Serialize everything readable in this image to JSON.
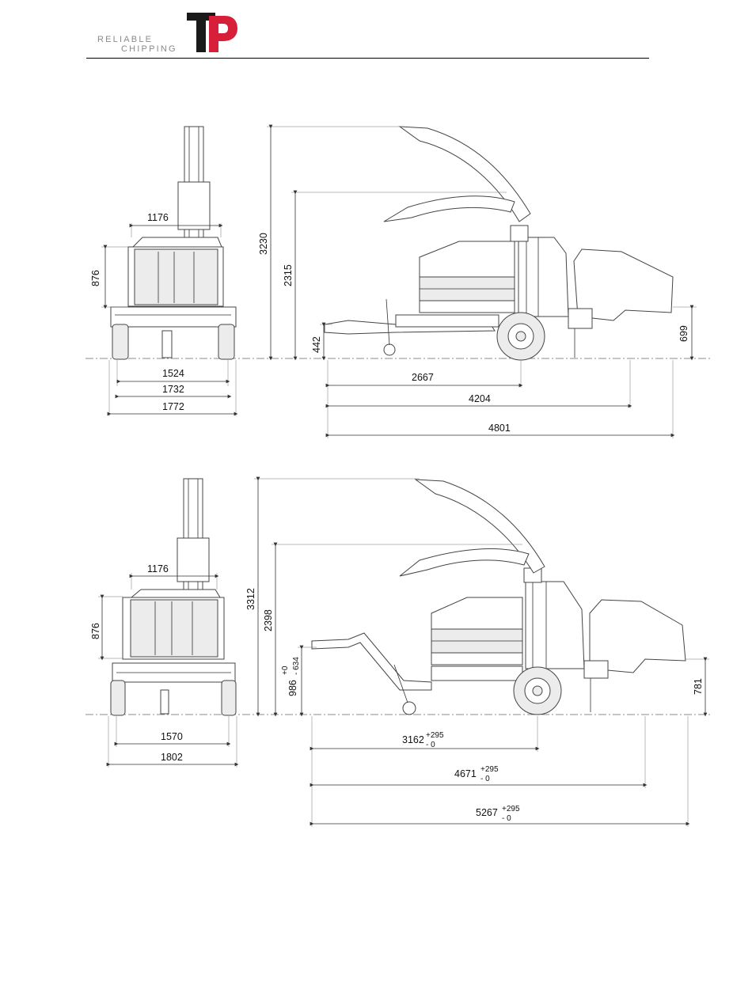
{
  "header": {
    "tagline_line1": "RELIABLE",
    "tagline_line2": "CHIPPING",
    "logo_letters": "TP",
    "logo_colors": {
      "t": "#1a1a1a",
      "p": "#d71f3a"
    }
  },
  "top_drawing": {
    "front": {
      "width_top": "1176",
      "height_box": "876",
      "track_inner": "1524",
      "track_mid": "1732",
      "track_outer": "1772"
    },
    "side": {
      "height_total": "3230",
      "height_spout": "2315",
      "hitch_height": "442",
      "feed_height": "699",
      "len_axle": "2667",
      "len_mid": "4204",
      "len_total": "4801"
    }
  },
  "bottom_drawing": {
    "front": {
      "width_top": "1176",
      "height_box": "876",
      "track_inner": "1570",
      "track_outer": "1802"
    },
    "side": {
      "height_total": "3312",
      "height_spout": "2398",
      "hitch_height": "986",
      "hitch_tol_plus": "+0",
      "hitch_tol_minus": "- 634",
      "feed_height": "781",
      "len_axle": "3162",
      "len_mid": "4671",
      "len_total": "5267",
      "len_tol_plus": "+295",
      "len_tol_minus": "- 0"
    }
  }
}
